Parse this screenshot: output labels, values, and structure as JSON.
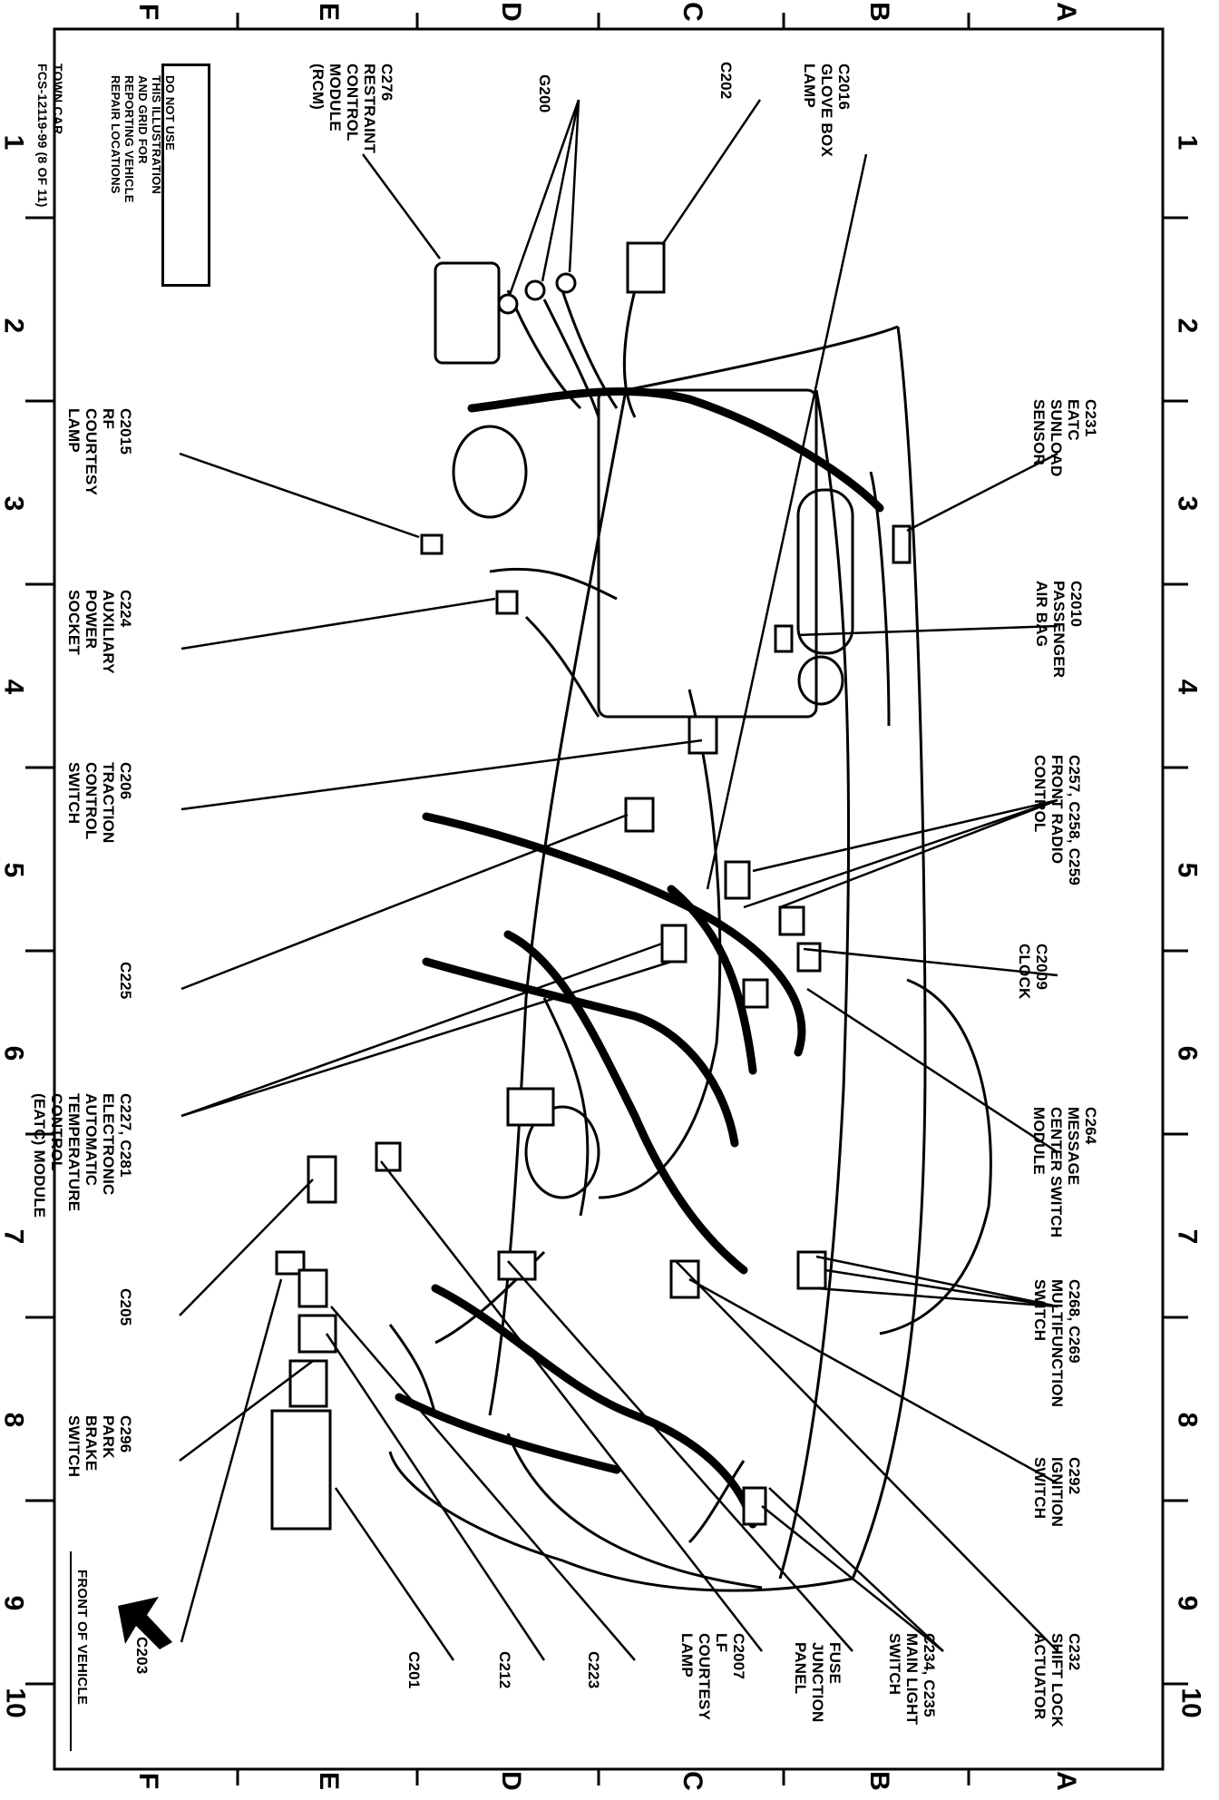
{
  "grid": {
    "top_letters": [
      "A",
      "B",
      "C",
      "D",
      "E",
      "F"
    ],
    "numbers": [
      "1",
      "2",
      "3",
      "4",
      "5",
      "6",
      "7",
      "8",
      "9",
      "10"
    ],
    "bottom_letters": [
      "A",
      "B",
      "C",
      "D",
      "E",
      "F"
    ]
  },
  "notice": [
    "DO NOT USE",
    "THIS ILLUSTRATION",
    "AND GRID FOR",
    "REPORTING VEHICLE",
    "REPAIR LOCATIONS"
  ],
  "model": [
    "TOWN CAR",
    "FCS-12119-99 (8 OF 11)"
  ],
  "front_label": "FRONT OF VEHICLE",
  "callouts": {
    "c276": [
      "C276",
      "RESTRAINT",
      "CONTROL",
      "MODULE",
      "(RCM)"
    ],
    "g200": [
      "G200"
    ],
    "c202": [
      "C202"
    ],
    "c2016": [
      "C2016",
      "GLOVE BOX",
      "LAMP"
    ],
    "c231": [
      "C231",
      "EATC",
      "SUNLOAD",
      "SENSOR"
    ],
    "c2010": [
      "C2010",
      "PASSENGER",
      "AIR BAG"
    ],
    "c2015": [
      "C2015",
      "RF",
      "COURTESY",
      "LAMP"
    ],
    "c224": [
      "C224",
      "AUXILIARY",
      "POWER",
      "SOCKET"
    ],
    "c257": [
      "C257, C258, C259",
      "FRONT RADIO",
      "CONTROL"
    ],
    "c206": [
      "C206",
      "TRACTION",
      "CONTROL",
      "SWITCH"
    ],
    "c2009": [
      "C2009",
      "CLOCK"
    ],
    "c225": [
      "C225"
    ],
    "c264": [
      "C264",
      "MESSAGE",
      "CENTER SWITCH",
      "MODULE"
    ],
    "c227": [
      "C227, C281",
      "ELECTRONIC",
      "AUTOMATIC",
      "TEMPERATURE",
      "CONTROL",
      "(EATC) MODULE"
    ],
    "c268": [
      "C268, C269",
      "MULTIFUNCTION",
      "SWITCH"
    ],
    "c205": [
      "C205"
    ],
    "c292": [
      "C292",
      "IGNITION",
      "SWITCH"
    ],
    "c296": [
      "C296",
      "PARK",
      "BRAKE",
      "SWITCH"
    ],
    "c232": [
      "C232",
      "SHIFT LOCK",
      "ACTUATOR"
    ],
    "c234": [
      "C234, C235",
      "MAIN LIGHT",
      "SWITCH"
    ],
    "fjp": [
      "FUSE",
      "JUNCTION",
      "PANEL"
    ],
    "c2007": [
      "C2007",
      "LF",
      "COURTESY",
      "LAMP"
    ],
    "c203": [
      "C203"
    ],
    "c201": [
      "C201"
    ],
    "c212": [
      "C212"
    ],
    "c223": [
      "C223"
    ]
  }
}
